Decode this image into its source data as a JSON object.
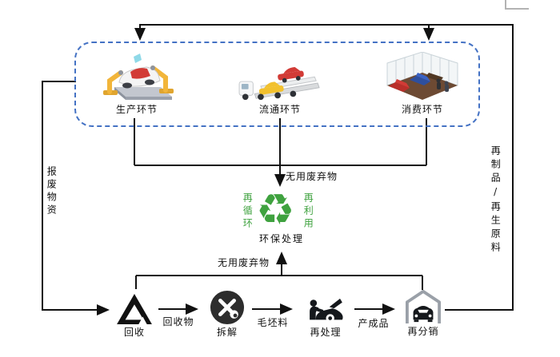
{
  "colors": {
    "accent_blue": "#4472c4",
    "green": "#3fa23f",
    "line": "#111111",
    "gray_corner": "#b3b3b3"
  },
  "top_box": {
    "stages": [
      {
        "label": "生产环节",
        "icon": "robot-arm-car-assembly-icon"
      },
      {
        "label": "流通环节",
        "icon": "car-carrier-truck-icon"
      },
      {
        "label": "消费环节",
        "icon": "car-showroom-icon"
      }
    ]
  },
  "edges": {
    "waste_top": "无用废弃物",
    "waste_bottom": "无用废弃物",
    "scrap": "报废物资",
    "return": "再制品/再生原料",
    "recyclables": "回收物",
    "blank": "毛坯料",
    "finished": "产成品"
  },
  "treatment": {
    "left": "再循环",
    "right": "再利用",
    "label": "环保处理",
    "symbol": "♻"
  },
  "bottom_flow": [
    {
      "label": "回收",
      "icon": "recycle-triangle-icon"
    },
    {
      "label": "拆解",
      "icon": "tools-circle-icon"
    },
    {
      "label": "再处理",
      "icon": "car-repair-icon"
    },
    {
      "label": "再分销",
      "icon": "garage-car-icon"
    }
  ]
}
